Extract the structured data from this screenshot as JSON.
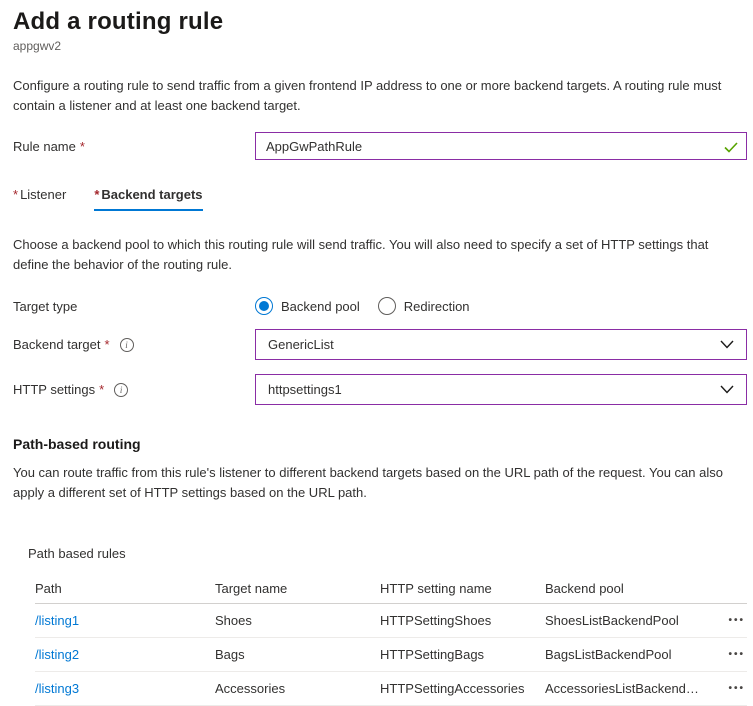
{
  "page": {
    "title": "Add a routing rule",
    "subtitle": "appgwv2",
    "intro": "Configure a routing rule to send traffic from a given frontend IP address to one or more backend targets. A routing rule must contain a listener and at least one backend target."
  },
  "rule_name": {
    "label": "Rule name",
    "required_marker": "*",
    "value": "AppGwPathRule"
  },
  "tabs": [
    {
      "label": "Listener",
      "required_marker": "*",
      "active": false
    },
    {
      "label": "Backend targets",
      "required_marker": "*",
      "active": true
    }
  ],
  "backend_section": {
    "description": "Choose a backend pool to which this routing rule will send traffic. You will also need to specify a set of HTTP settings that define the behavior of the routing rule.",
    "target_type": {
      "label": "Target type",
      "options": [
        {
          "label": "Backend pool",
          "selected": true
        },
        {
          "label": "Redirection",
          "selected": false
        }
      ]
    },
    "backend_target": {
      "label": "Backend target",
      "required_marker": "*",
      "value": "GenericList"
    },
    "http_settings": {
      "label": "HTTP settings",
      "required_marker": "*",
      "value": "httpsettings1"
    }
  },
  "path_routing": {
    "heading": "Path-based routing",
    "description": "You can route traffic from this rule's listener to different backend targets based on the URL path of the request. You can also apply a different set of HTTP settings based on the URL path.",
    "table_label": "Path based rules",
    "columns": [
      "Path",
      "Target name",
      "HTTP setting name",
      "Backend pool"
    ],
    "rows": [
      {
        "path": "/listing1",
        "target_name": "Shoes",
        "http_setting_name": "HTTPSettingShoes",
        "backend_pool": "ShoesListBackendPool"
      },
      {
        "path": "/listing2",
        "target_name": "Bags",
        "http_setting_name": "HTTPSettingBags",
        "backend_pool": "BagsListBackendPool"
      },
      {
        "path": "/listing3",
        "target_name": "Accessories",
        "http_setting_name": "HTTPSettingAccessories",
        "backend_pool": "AccessoriesListBackendPool"
      }
    ]
  },
  "ui": {
    "info_icon_glyph": "i",
    "more_icon": "•••",
    "colors": {
      "accent_blue": "#0078d4",
      "focus_purple": "#8a2da5",
      "valid_green": "#57a300",
      "required_red": "#a4262c"
    }
  }
}
